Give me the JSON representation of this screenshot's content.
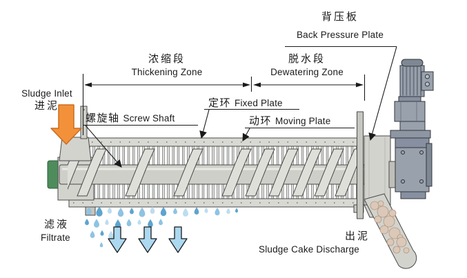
{
  "diagram": {
    "type": "screw-press-dewatering-diagram",
    "labels": {
      "sludge_inlet": {
        "en": "Sludge Inlet",
        "zh": "进泥"
      },
      "thickening_zone": {
        "zh": "浓缩段",
        "en": "Thickening Zone"
      },
      "dewatering_zone": {
        "zh": "脱水段",
        "en": "Dewatering Zone"
      },
      "back_pressure_plate": {
        "zh": "背压板",
        "en": "Back Pressure Plate"
      },
      "screw_shaft": {
        "zh": "螺旋轴",
        "en": "Screw Shaft"
      },
      "fixed_plate": {
        "zh": "定环",
        "en": "Fixed Plate"
      },
      "moving_plate": {
        "zh": "动环",
        "en": "Moving Plate"
      },
      "filtrate": {
        "zh": "滤液",
        "en": "Filtrate"
      },
      "sludge_cake_discharge": {
        "zh": "出泥",
        "en": "Sludge Cake Discharge"
      }
    },
    "colors": {
      "background": "#FFFFFF",
      "line": "#1A1A1A",
      "machine_gray": "#D6D6D0",
      "gearbox_gray": "#99A1AD",
      "bearing_green": "#4F8C5C",
      "inlet_arrow_orange": "#F2913A",
      "filtrate_arrow_blue": "#ACD8F0",
      "droplet_blue": "#5EA4CF",
      "sludge_cake_tan": "#DCC8B8"
    }
  }
}
